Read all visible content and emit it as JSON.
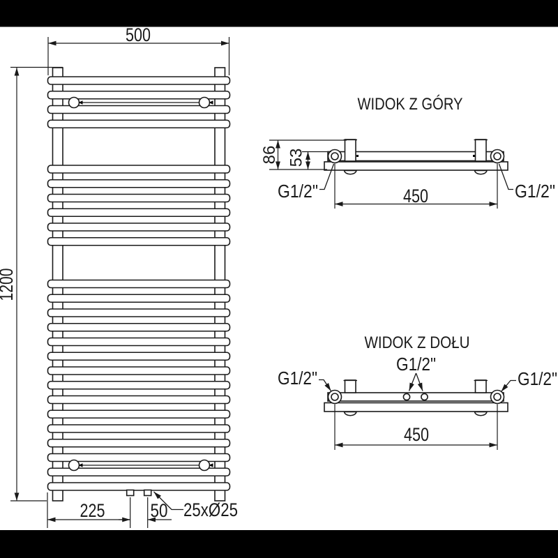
{
  "drawing": {
    "front_view": {
      "dim_width": "500",
      "dim_height": "1200",
      "dim_foot_left": "225",
      "dim_foot_center": "50",
      "tube_spec": "25xØ25"
    },
    "top_view": {
      "title": "WIDOK Z GÓRY",
      "dim_depth": "86",
      "dim_bracket": "53",
      "dim_connections": "450",
      "conn_left": "G1/2\"",
      "conn_right": "G1/2\""
    },
    "bottom_view": {
      "title": "WIDOK Z DOŁU",
      "dim_connections": "450",
      "conn_left": "G1/2\"",
      "conn_center": "G1/2\"",
      "conn_right": "G1/2\""
    },
    "colors": {
      "line": "#1a1a1a",
      "background": "#ffffff",
      "letterbox": "#000000"
    }
  }
}
